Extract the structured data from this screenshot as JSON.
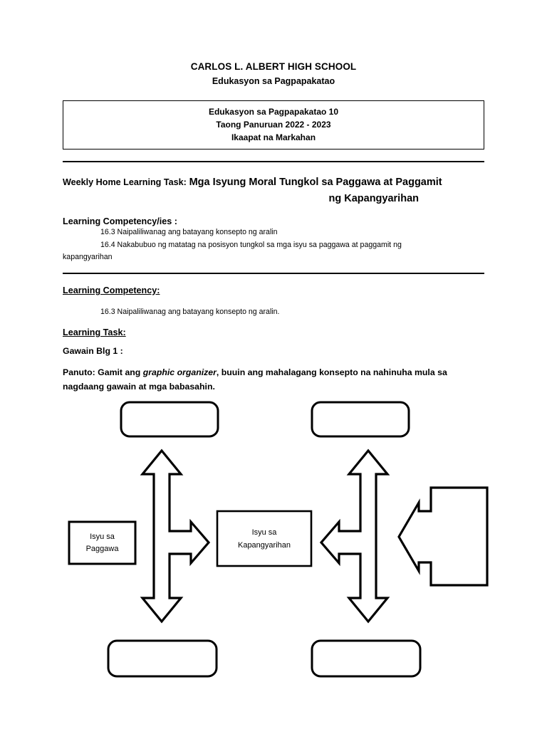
{
  "document": {
    "header": {
      "school_name": "CARLOS L. ALBERT HIGH SCHOOL",
      "subject": "Edukasyon sa Pagpapakatao"
    },
    "info_table": {
      "line1": "Edukasyon sa Pagpapakatao 10",
      "line2": "Taong Panuruan 2022 - 2023",
      "line3": "Ikaapat na Markahan"
    },
    "task": {
      "label": "Weekly Home Learning Task:",
      "title_line1": "Mga Isyung Moral Tungkol sa Paggawa at Paggamit",
      "title_line2": "ng Kapangyarihan"
    },
    "competencies": {
      "heading": "Learning Competency/ies :",
      "item1": "16.3 Naipaliliwanag ang batayang konsepto ng aralin",
      "item2": "16.4 Nakabubuo ng matatag na posisyon tungkol sa mga isyu sa paggawa at paggamit ng",
      "item2_wrap": "kapangyarihan"
    },
    "competency_single": {
      "heading": "Learning Competency:",
      "item": "16.3 Naipaliliwanag ang batayang konsepto ng aralin."
    },
    "learning_task": {
      "heading": "Learning Task:",
      "gawain": "Gawain Blg 1 :",
      "panuto_prefix": "Panuto: Gamit ang ",
      "panuto_italic": "graphic organizer",
      "panuto_suffix": ", buuin ang mahalagang konsepto na nahinuha mula sa",
      "panuto_line2": "nagdaang gawain at mga babasahin."
    }
  },
  "graphic_organizer": {
    "center_node": {
      "line1": "Isyu sa",
      "line2": "Kapangyarihan"
    },
    "left_node": {
      "line1": "Isyu sa",
      "line2": "Paggawa"
    },
    "blank_boxes": [
      {
        "id": "top-left",
        "text": ""
      },
      {
        "id": "top-right",
        "text": ""
      },
      {
        "id": "bottom-left",
        "text": ""
      },
      {
        "id": "bottom-right",
        "text": ""
      },
      {
        "id": "right-block-arrow",
        "text": ""
      }
    ]
  },
  "colors": {
    "ink": "#000000",
    "paper": "#ffffff"
  }
}
